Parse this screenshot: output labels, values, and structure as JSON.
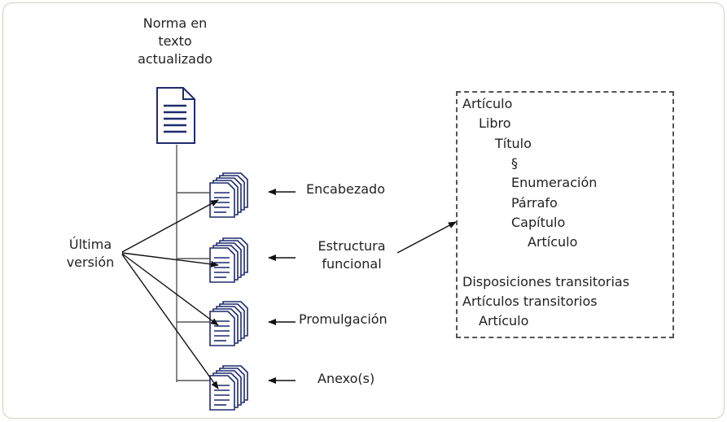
{
  "diagram": {
    "title": [
      "Norma en",
      "texto",
      "actualizado"
    ],
    "version_label": [
      "Última",
      "versión"
    ],
    "components": [
      {
        "label": "Encabezado"
      },
      {
        "label": [
          "Estructura",
          "funcional"
        ]
      },
      {
        "label": "Promulgación"
      },
      {
        "label": "Anexo(s)"
      }
    ],
    "structure_tree": [
      {
        "label": "Artículo",
        "level": 0
      },
      {
        "label": "Libro",
        "level": 1
      },
      {
        "label": "Título",
        "level": 2
      },
      {
        "label": "§",
        "level": 3
      },
      {
        "label": "Enumeración",
        "level": 3
      },
      {
        "label": "Párrafo",
        "level": 3
      },
      {
        "label": "Capítulo",
        "level": 3
      },
      {
        "label": "Artículo",
        "level": 4
      },
      {
        "label": "",
        "level": 0
      },
      {
        "label": "Disposiciones transitorias",
        "level": 0
      },
      {
        "label": "Artículos transitorios",
        "level": 0
      },
      {
        "label": "Artículo",
        "level": 1
      }
    ]
  }
}
